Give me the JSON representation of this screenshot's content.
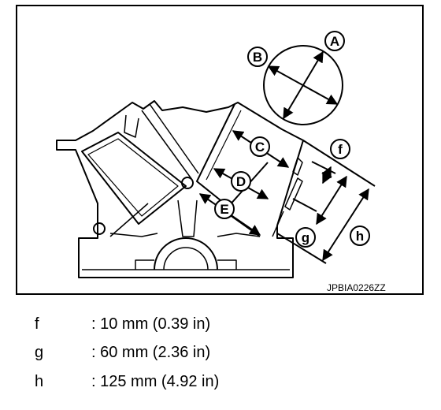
{
  "figure": {
    "callouts": {
      "A": "A",
      "B": "B",
      "C": "C",
      "D": "D",
      "E": "E",
      "f": "f",
      "g": "g",
      "h": "h"
    },
    "code": "JPBIA0226ZZ"
  },
  "legend": [
    {
      "key": "f",
      "value": ": 10 mm (0.39 in)"
    },
    {
      "key": "g",
      "value": ": 60 mm (2.36 in)"
    },
    {
      "key": "h",
      "value": ": 125 mm (4.92 in)"
    }
  ]
}
